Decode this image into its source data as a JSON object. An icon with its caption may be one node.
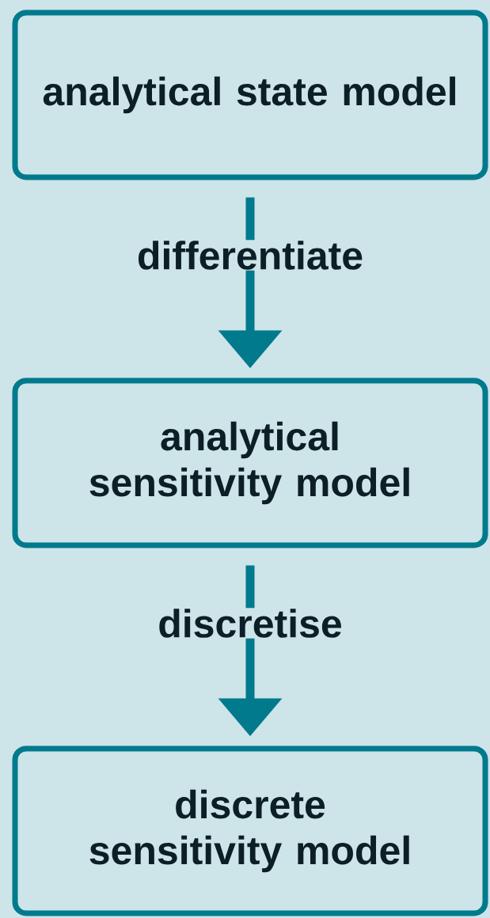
{
  "diagram": {
    "nodes": [
      {
        "text": [
          "analytical state model"
        ]
      },
      {
        "text": [
          "analytical sensitivity model"
        ]
      },
      {
        "text": [
          "discrete sensitivity model"
        ]
      }
    ],
    "edges": [
      {
        "from": 0,
        "to": 1,
        "arrow": "to",
        "label": "differentiate"
      },
      {
        "from": 1,
        "to": 2,
        "arrow": "to",
        "label": "discretise"
      }
    ]
  }
}
